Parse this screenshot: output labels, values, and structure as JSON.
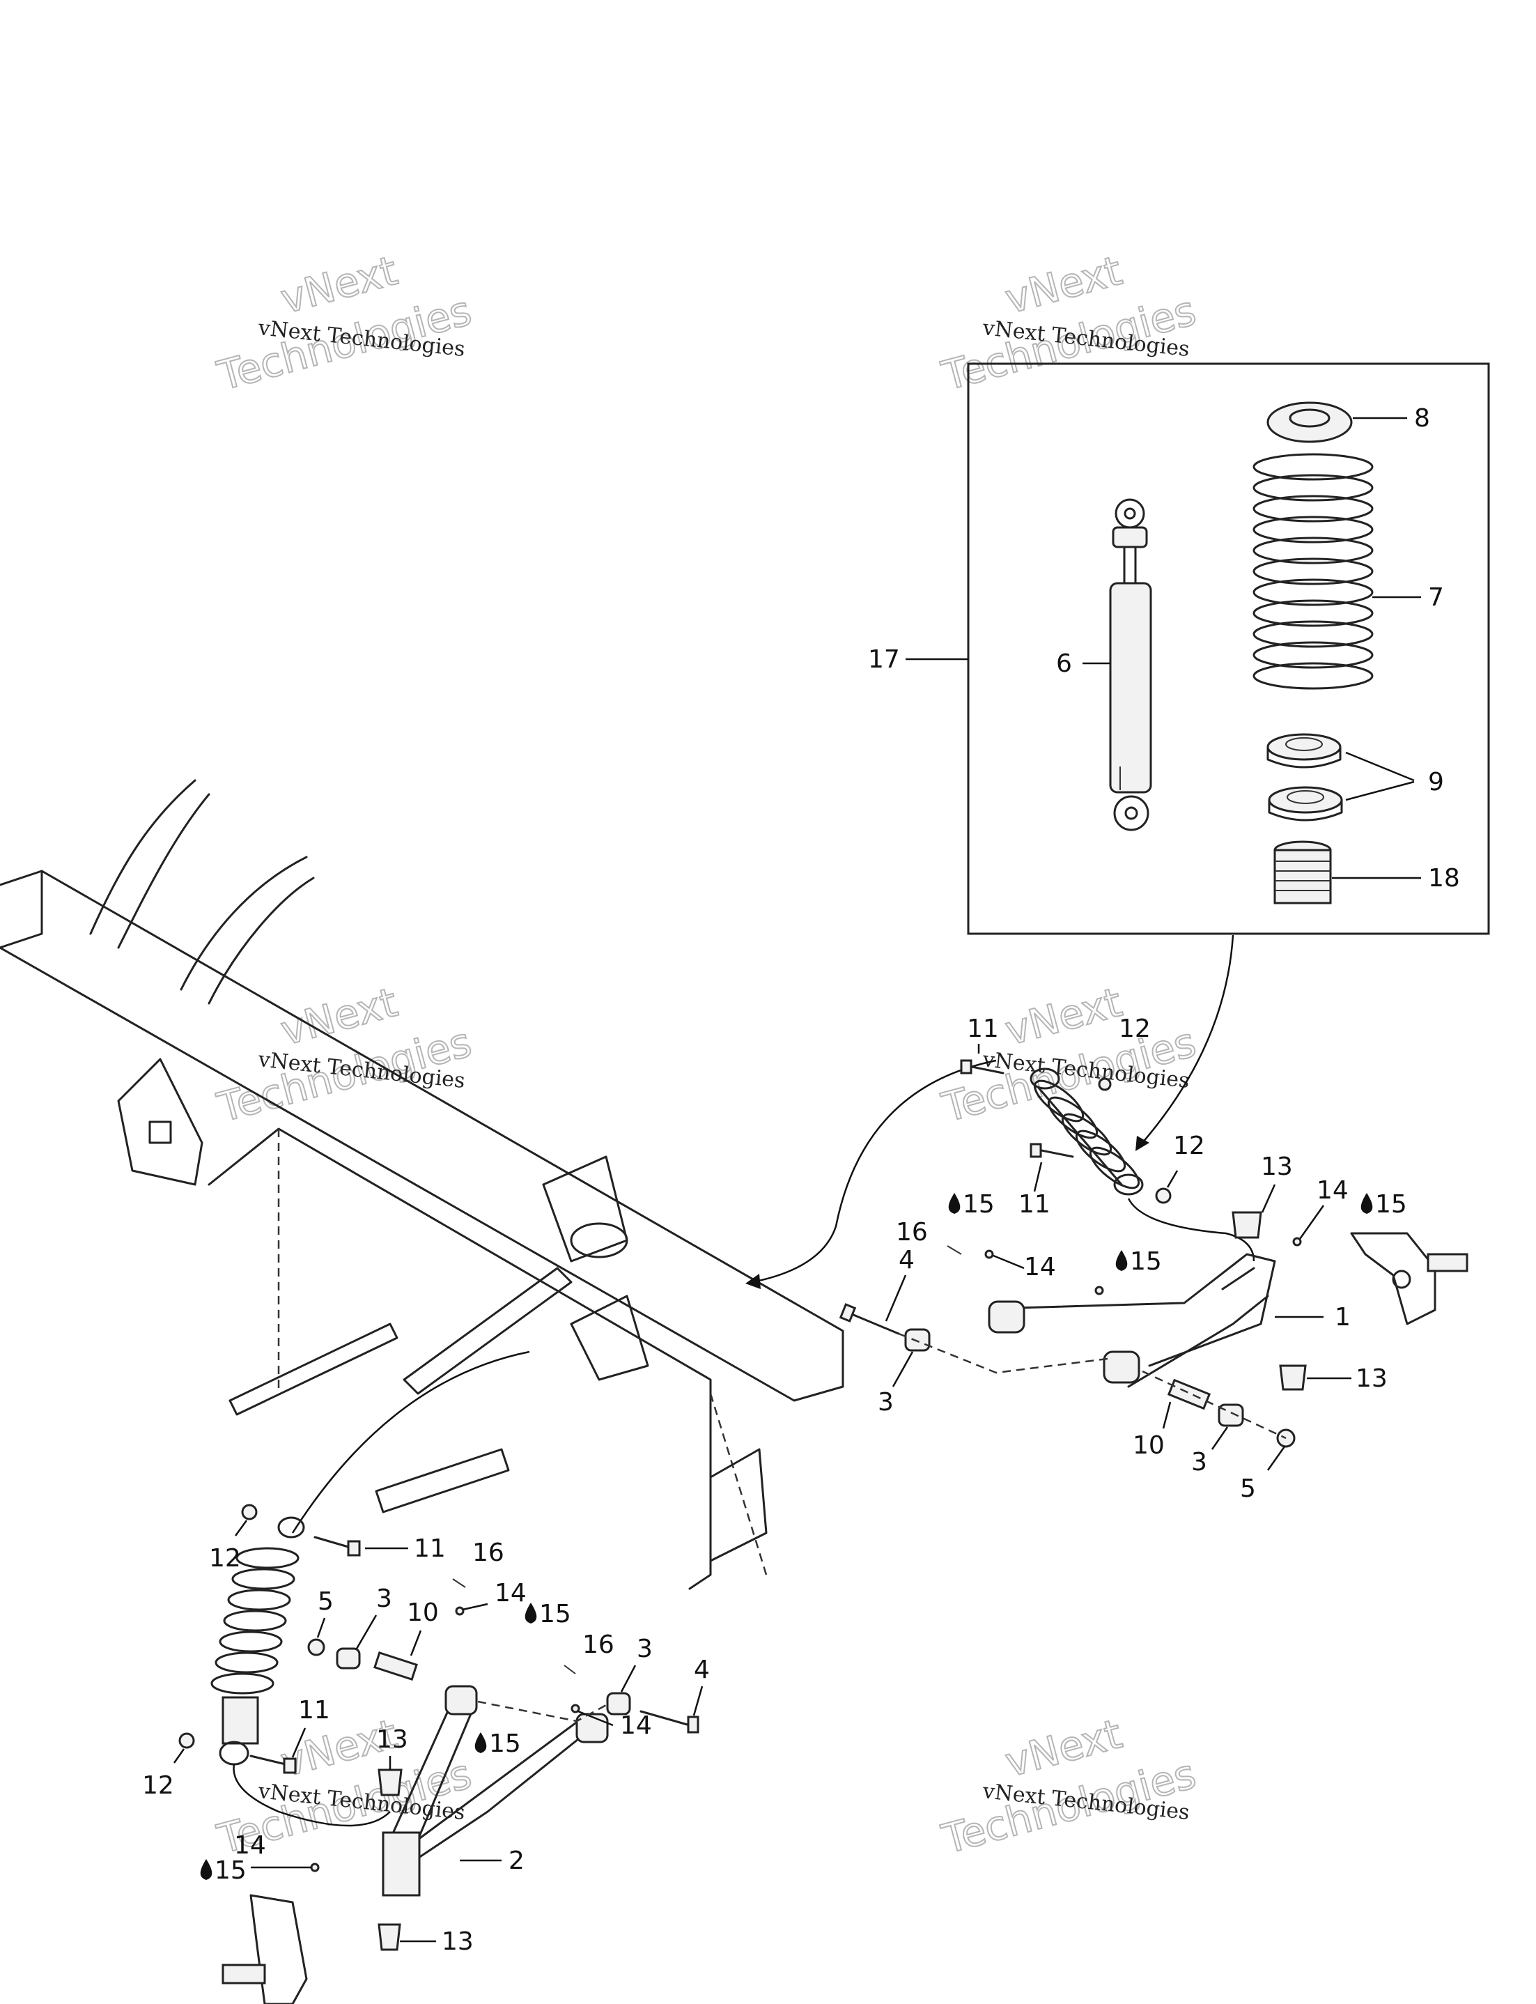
{
  "watermark": {
    "line1": "vNext Technologies",
    "line2": "vNext",
    "line3": "Technologies"
  },
  "kit_box": {
    "label": "17"
  },
  "callouts": {
    "p1": "1",
    "p2": "2",
    "p3": "3",
    "p4": "4",
    "p5": "5",
    "p6": "6",
    "p7": "7",
    "p8": "8",
    "p9": "9",
    "p10": "10",
    "p11": "11",
    "p12": "12",
    "p13": "13",
    "p14": "14",
    "p15": "15",
    "p16": "16",
    "p18": "18"
  }
}
